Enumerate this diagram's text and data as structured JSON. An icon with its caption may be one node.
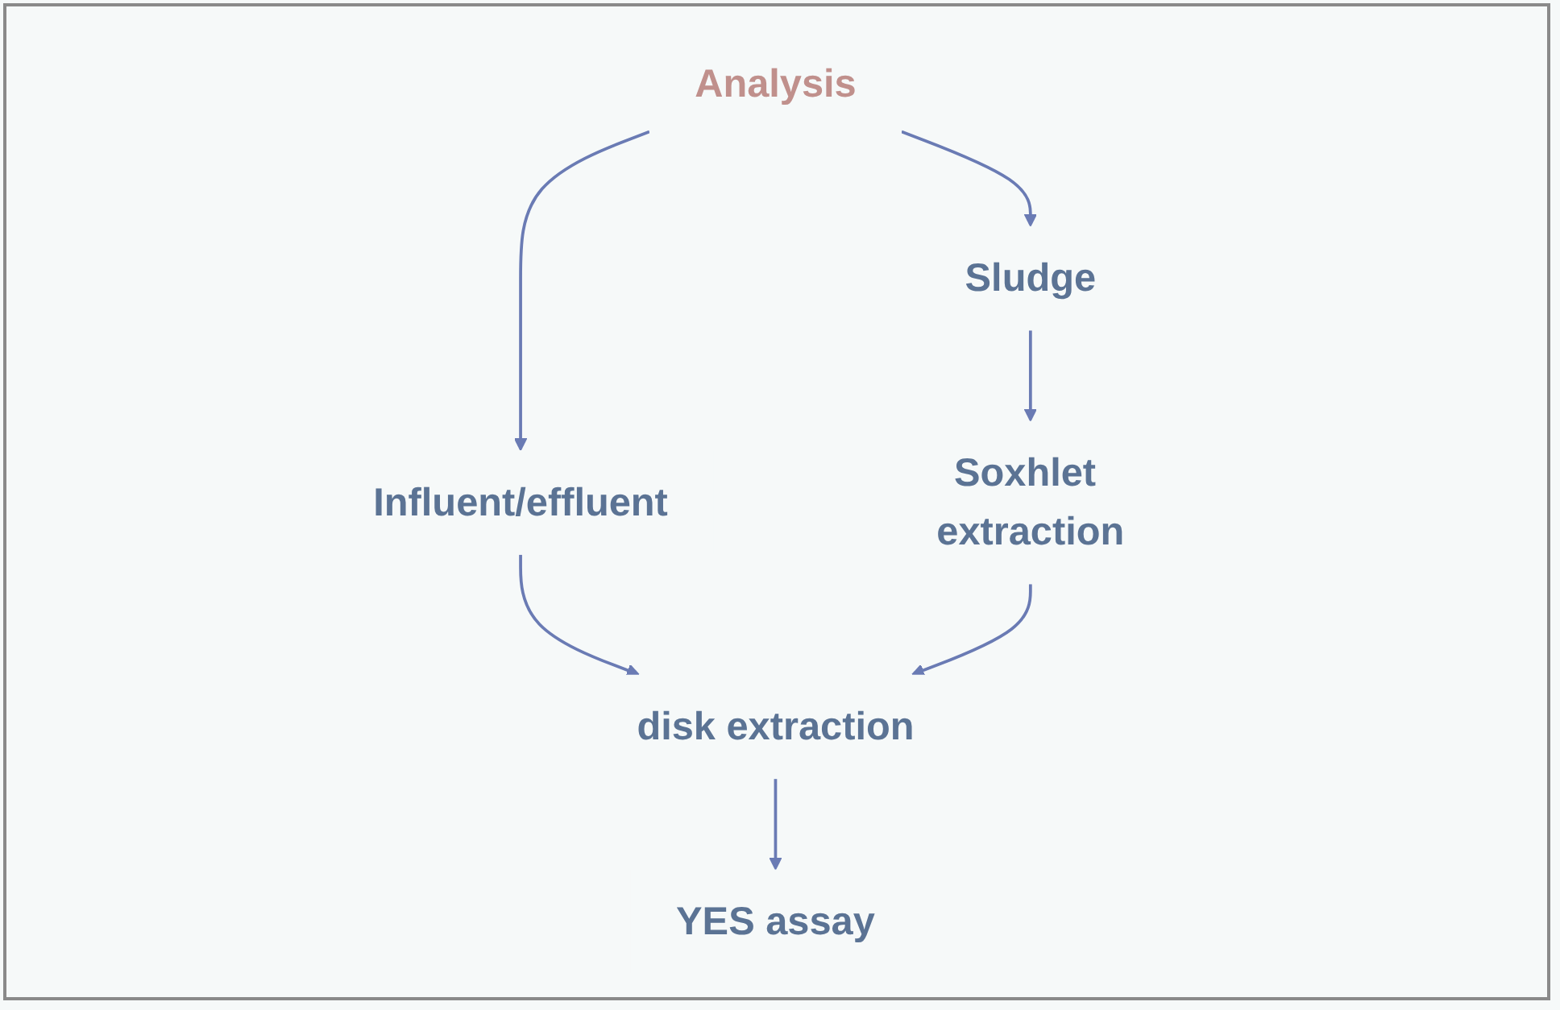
{
  "diagram": {
    "nodes": [
      {
        "text": [
          "Analysis"
        ]
      },
      {
        "text": [
          "Sludge"
        ]
      },
      {
        "text": [
          "Influent/effluent"
        ]
      },
      {
        "text": [
          "Soxhlet extraction"
        ]
      },
      {
        "text": [
          "disk extraction"
        ]
      },
      {
        "text": [
          "YES assay"
        ]
      }
    ],
    "edges": [
      {
        "from": 0,
        "to": 1,
        "arrow": "to"
      },
      {
        "from": 0,
        "to": 2,
        "arrow": "to"
      },
      {
        "from": 1,
        "to": 3,
        "arrow": "to"
      },
      {
        "from": 2,
        "to": 4,
        "arrow": "to"
      },
      {
        "from": 3,
        "to": 4,
        "arrow": "to"
      },
      {
        "from": 4,
        "to": 5,
        "arrow": "to"
      }
    ]
  }
}
